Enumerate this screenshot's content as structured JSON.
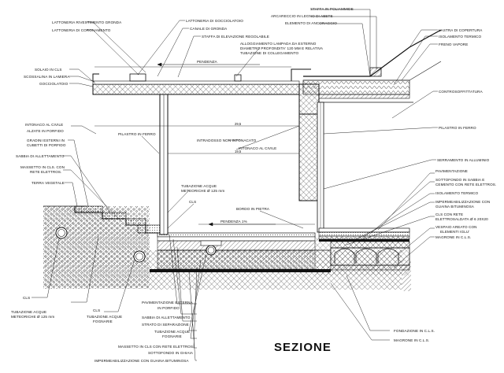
{
  "title": "SEZIONE",
  "labels": [
    {
      "id": "top-left-1",
      "text": "LATTONERIA RIVESTIMENTO GRONDA"
    },
    {
      "id": "top-left-2",
      "text": "LATTONERIA DI CORONAMENTO"
    },
    {
      "id": "top-mid-1",
      "text": "LATTONERIA DI GOCCIOLATOIO"
    },
    {
      "id": "top-mid-2",
      "text": "CANALE DI GRONDA"
    },
    {
      "id": "top-mid-3",
      "text": "STAFFA DI ELEVAZIONE REGOLABILE"
    },
    {
      "id": "top-mid-4",
      "text": "ALLOGGIAMENTO LAMPADA DA ESTERNO"
    },
    {
      "id": "top-mid-5",
      "text": "DIAMETRO PROFONDITA' 120 MM E RELATIVA"
    },
    {
      "id": "top-mid-6",
      "text": "TUBAZIONE DI COLLEGAMENTO"
    },
    {
      "id": "top-right-1",
      "text": "STAFFA IN POLIAMMIDE"
    },
    {
      "id": "top-right-2",
      "text": "ARCARECCIO IN LEGNO DI ABETE"
    },
    {
      "id": "top-right-3",
      "text": "ELEMENTO DI ANCORAGGIO"
    },
    {
      "id": "right-1",
      "text": "LASTRA DI COPERTURA"
    },
    {
      "id": "right-2",
      "text": "ISOLAMENTO TERMICO"
    },
    {
      "id": "right-3",
      "text": "FRENO VAPORE"
    },
    {
      "id": "right-4",
      "text": "CONTROSOFFITTATURA"
    },
    {
      "id": "right-5",
      "text": "PILASTRO   IN FERRO"
    },
    {
      "id": "right-6",
      "text": "SERRAMENTO IN ALLUMINIO"
    },
    {
      "id": "right-7",
      "text": "PAVIMENTAZIONE"
    },
    {
      "id": "right-8",
      "text": "SOTTOFONDO IN SABBIA E"
    },
    {
      "id": "right-9",
      "text": "CEMENTO CON RETE ELETTROS."
    },
    {
      "id": "right-10",
      "text": "ISOLAMENTO TERMICO"
    },
    {
      "id": "right-11",
      "text": "IMPERMEABILIZZAZIONE CON"
    },
    {
      "id": "right-12",
      "text": "GUAINA BITUMINOSA"
    },
    {
      "id": "right-13",
      "text": "CLS CON RETE"
    },
    {
      "id": "right-14",
      "text": "ELETTROSALDATA Ø 6 20X20"
    },
    {
      "id": "right-15",
      "text": "VESPAIO AREATO CON"
    },
    {
      "id": "right-16",
      "text": "ELEMENTI IGLU'"
    },
    {
      "id": "right-17",
      "text": "MAGRONE IN C.L.S."
    },
    {
      "id": "left-1",
      "text": "SOLAIO IN CLS"
    },
    {
      "id": "left-2",
      "text": "SCOSSALINA IN LAMIERA"
    },
    {
      "id": "left-3",
      "text": "GOCCIOLATOIO"
    },
    {
      "id": "left-4",
      "text": "INTONACO AL CIVILE"
    },
    {
      "id": "left-5",
      "text": "ALZATE IN PORFIDO"
    },
    {
      "id": "left-6",
      "text": "GRADINI ESTERNI IN"
    },
    {
      "id": "left-7",
      "text": "CUBETTI DI  PORFIDO"
    },
    {
      "id": "left-8",
      "text": "SABBIA DI ALLETTAMENTO"
    },
    {
      "id": "left-9",
      "text": "MASSETTO IN CLS. CON"
    },
    {
      "id": "left-10",
      "text": "RETE ELETTROS."
    },
    {
      "id": "left-11",
      "text": "TERRA VEGETALE"
    },
    {
      "id": "mid-1",
      "text": "PILASTRO IN FERRO"
    },
    {
      "id": "mid-2",
      "text": "INTRADOSSO NON INTONACATO"
    },
    {
      "id": "mid-3",
      "text": "INTONACO AL CIVILE"
    },
    {
      "id": "mid-4",
      "text": "TUBAZIONE ACQUE"
    },
    {
      "id": "mid-5",
      "text": "METEORICHE Ø 125 mm"
    },
    {
      "id": "mid-6",
      "text": "CLS"
    },
    {
      "id": "mid-7",
      "text": "BORDO IN PIETRA"
    },
    {
      "id": "slope-1",
      "text": "PENDENZA"
    },
    {
      "id": "slope-2",
      "text": "PENDENZA 1%"
    },
    {
      "id": "dim-1",
      "text": "29,5"
    },
    {
      "id": "dim-2",
      "text": "19,5"
    },
    {
      "id": "bl-1",
      "text": "CLS"
    },
    {
      "id": "bl-2",
      "text": "TUBAZIONE ACQUE"
    },
    {
      "id": "bl-3",
      "text": "METEORICHE Ø 125 mm"
    },
    {
      "id": "bl-4",
      "text": "CLS"
    },
    {
      "id": "bl-5",
      "text": "TUBAZIONE ACQUE"
    },
    {
      "id": "bl-6",
      "text": "FOGNARIE"
    },
    {
      "id": "bm-1",
      "text": "PAVIMENTAZIONE ESTERNA"
    },
    {
      "id": "bm-2",
      "text": "IN PORFIDO"
    },
    {
      "id": "bm-3",
      "text": "SABBIA DI ALLETTAMENTO"
    },
    {
      "id": "bm-4",
      "text": "STRATO DI SEPARAZIONE"
    },
    {
      "id": "bm-5",
      "text": "TUBAZIONE ACQUE"
    },
    {
      "id": "bm-6",
      "text": "FOGNARIE"
    },
    {
      "id": "bm-7",
      "text": "MASSETTO IN CLS CON RETE ELETTROS."
    },
    {
      "id": "bm-8",
      "text": "SOTTOFONDO IN GHIAIA"
    },
    {
      "id": "bm-9",
      "text": "IMPERMEABILIZZAZIONE CON GUAINA BITUMINOSA"
    },
    {
      "id": "br-1",
      "text": "FONDAZIONE IN C.L.S."
    },
    {
      "id": "br-2",
      "text": "MAGRONE IN C.L.S."
    }
  ]
}
